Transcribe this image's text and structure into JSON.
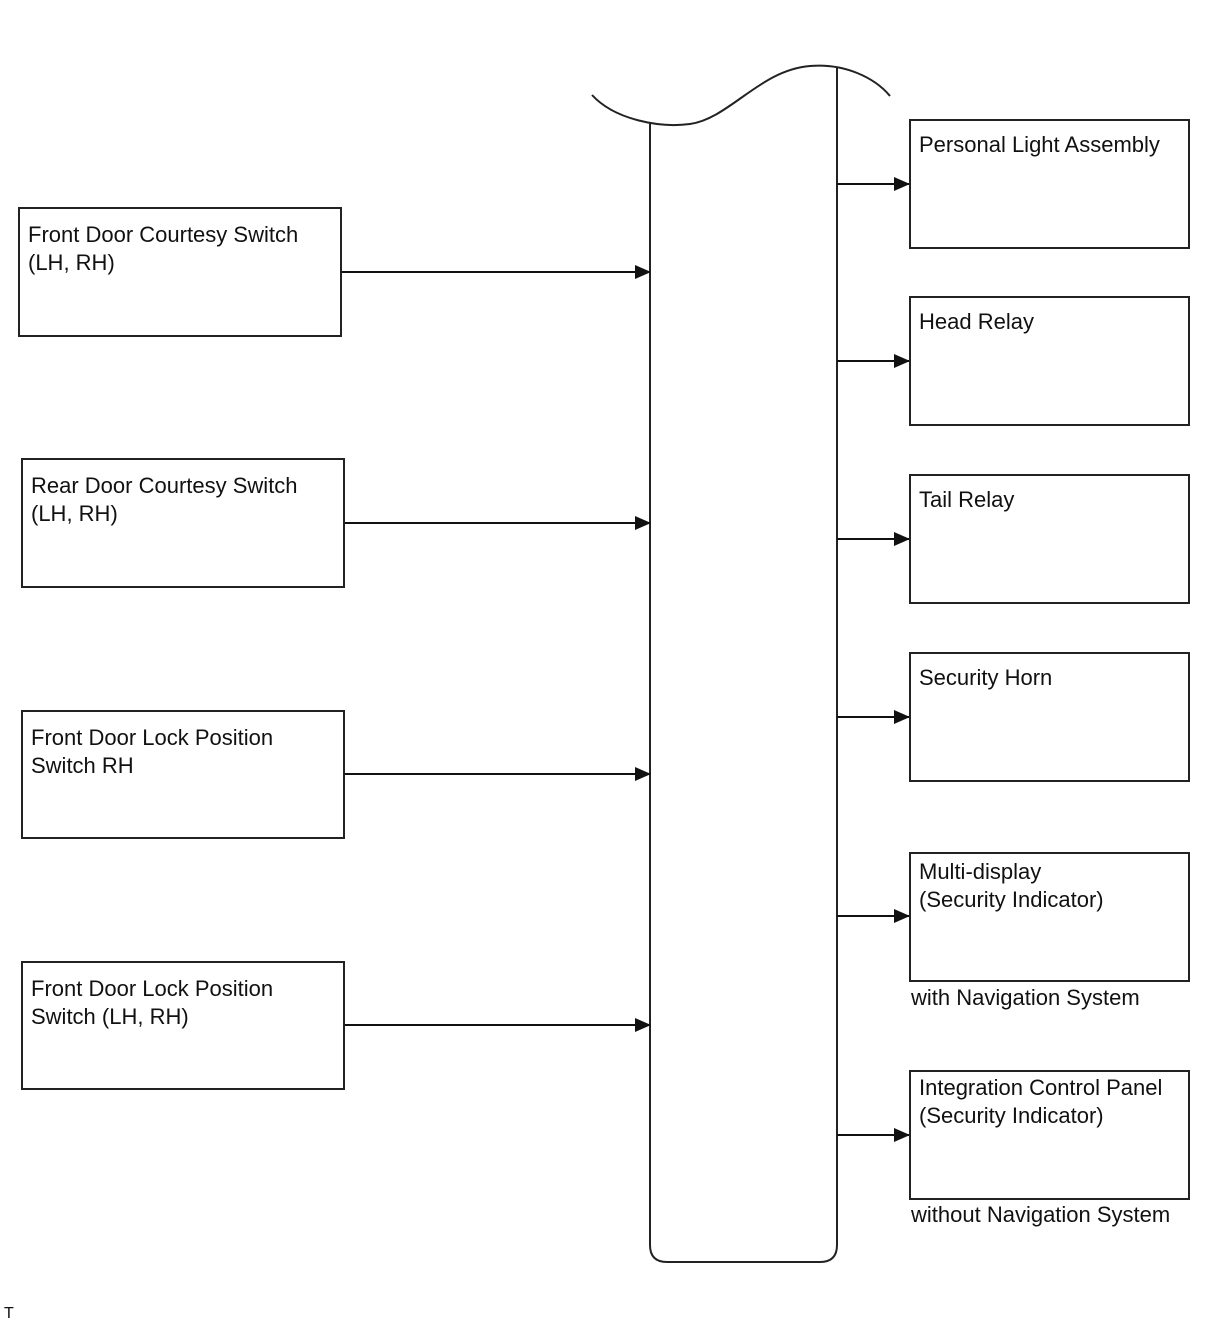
{
  "diagram": {
    "inputs": [
      {
        "lines": [
          "Front Door Courtesy Switch",
          "(LH, RH)"
        ]
      },
      {
        "lines": [
          "Rear Door Courtesy Switch",
          "(LH, RH)"
        ]
      },
      {
        "lines": [
          "Front Door Lock Position",
          "Switch RH"
        ]
      },
      {
        "lines": [
          "Front Door Lock Position",
          "Switch (LH, RH)"
        ]
      }
    ],
    "outputs": [
      {
        "lines": [
          "Personal Light Assembly"
        ]
      },
      {
        "lines": [
          "Head Relay"
        ]
      },
      {
        "lines": [
          "Tail Relay"
        ]
      },
      {
        "lines": [
          "Security Horn"
        ]
      },
      {
        "lines": [
          "Multi-display",
          "(Security Indicator)"
        ],
        "note": "with Navigation System"
      },
      {
        "lines": [
          "Integration Control Panel",
          "(Security Indicator)"
        ],
        "note": "without Navigation System"
      }
    ],
    "corner_mark": "T"
  }
}
